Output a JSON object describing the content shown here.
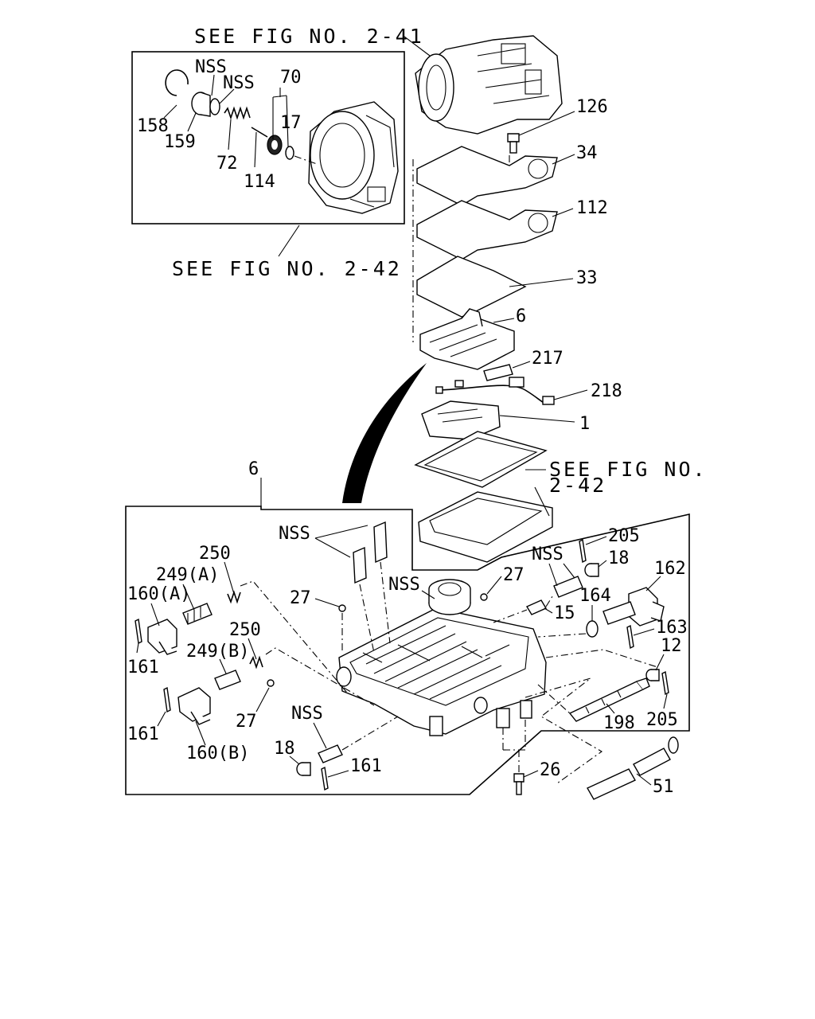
{
  "refs": {
    "fig_241": "SEE FIG NO. 2-41",
    "fig_242_top": "SEE FIG NO. 2-42",
    "fig_242_mid_line1": "SEE FIG NO.",
    "fig_242_mid_line2": "2-42"
  },
  "labels": {
    "nss_1": "NSS",
    "nss_2": "NSS",
    "l_70": "70",
    "l_17": "17",
    "l_158": "158",
    "l_159": "159",
    "l_72": "72",
    "l_114": "114",
    "l_126": "126",
    "l_34": "34",
    "l_112": "112",
    "l_33": "33",
    "l_6a": "6",
    "l_217": "217",
    "l_218": "218",
    "l_1": "1",
    "l_6b": "6",
    "nss_3": "NSS",
    "l_250a": "250",
    "l_249a": "249(A)",
    "l_160a": "160(A)",
    "l_161a": "161",
    "l_27a": "27",
    "nss_4": "NSS",
    "l_27b": "27",
    "nss_5": "NSS",
    "l_205a": "205",
    "l_18a": "18",
    "l_162": "162",
    "l_164": "164",
    "l_15": "15",
    "l_163": "163",
    "l_12": "12",
    "l_250b": "250",
    "l_249b": "249(B)",
    "l_27c": "27",
    "l_161b": "161",
    "l_160b": "160(B)",
    "nss_6": "NSS",
    "l_198": "198",
    "l_205b": "205",
    "l_18b": "18",
    "l_161c": "161",
    "l_26": "26",
    "l_51": "51"
  }
}
